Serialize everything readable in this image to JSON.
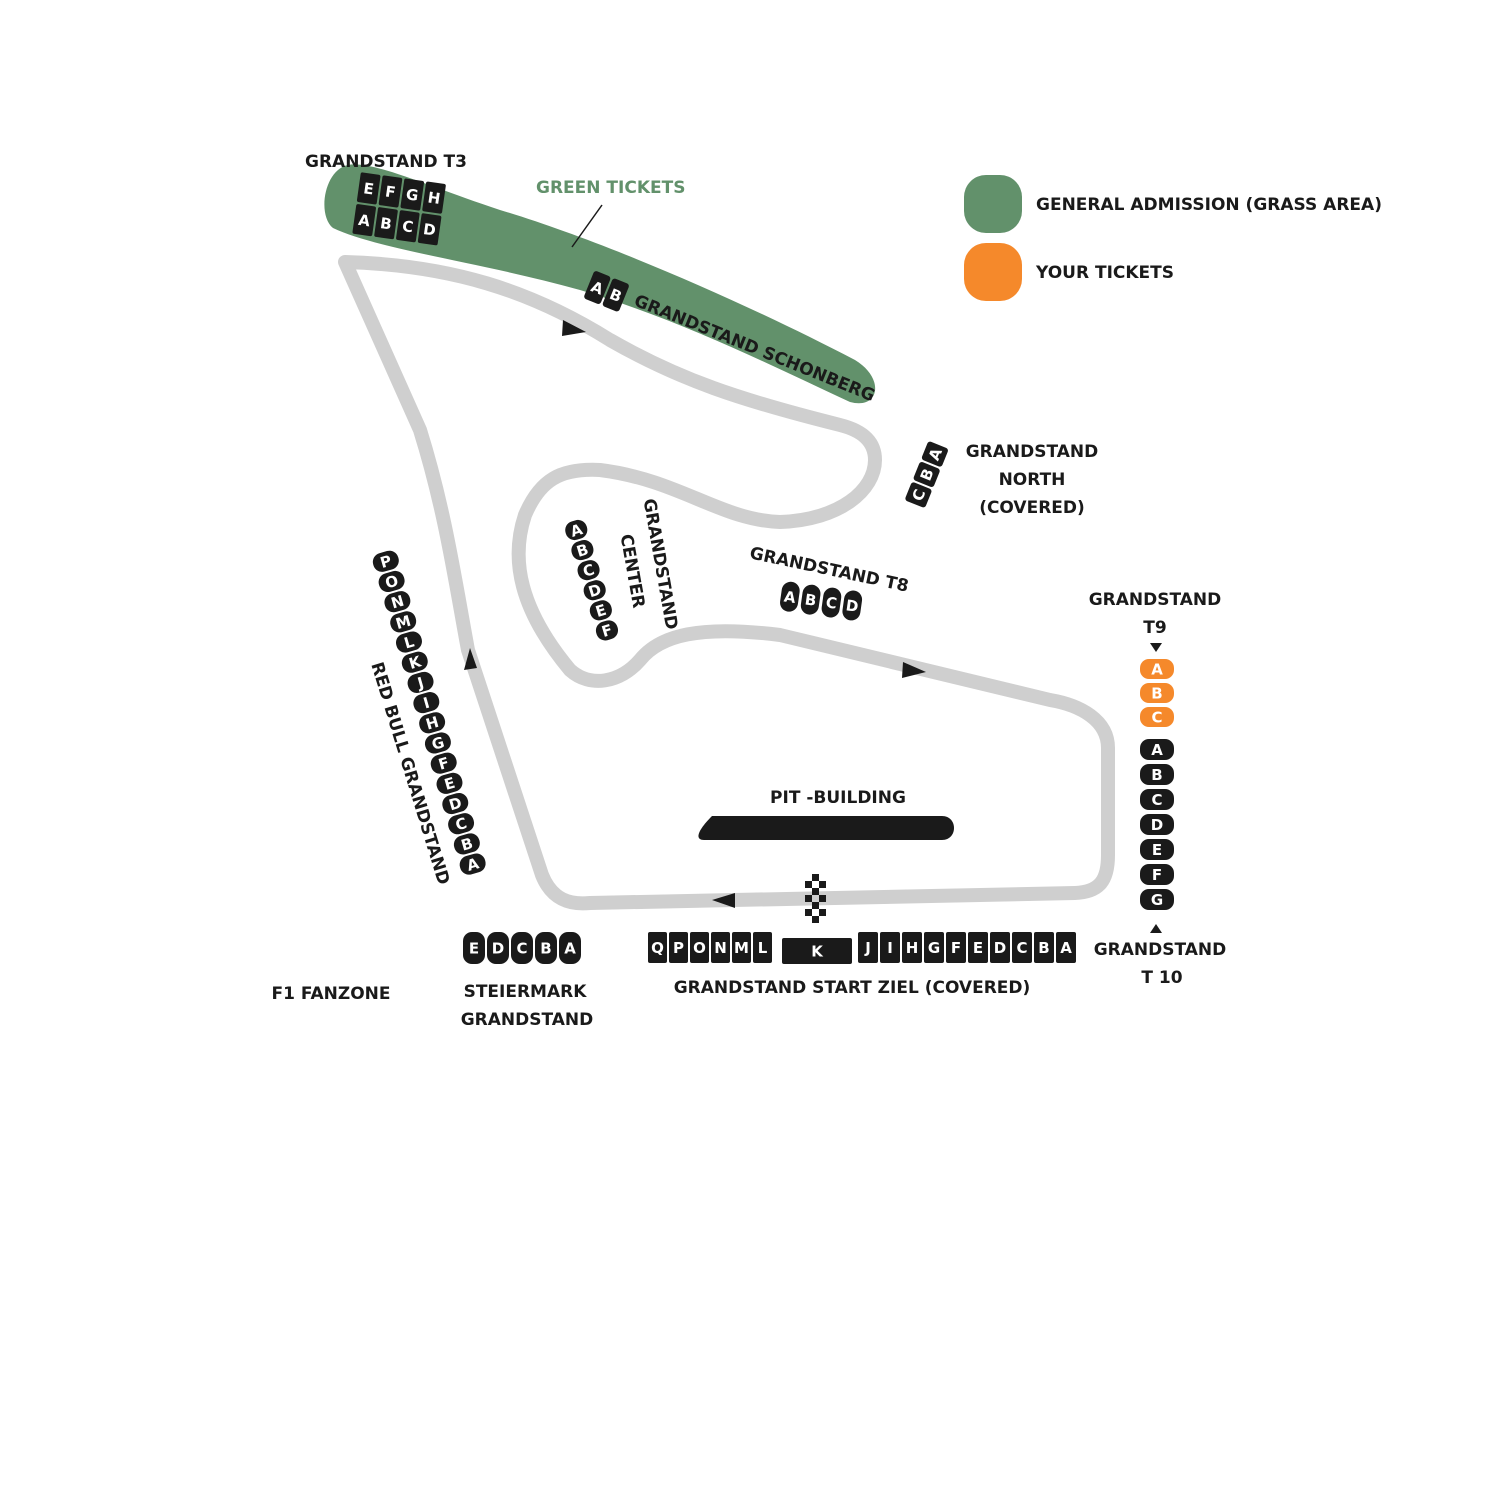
{
  "colors": {
    "grass": "#62916b",
    "your_tickets": "#f5892b",
    "track": "#cfcfcf",
    "seat_block": "#1a1a1a",
    "green_label": "#62916b"
  },
  "legend": {
    "general_admission": "GENERAL ADMISSION (GRASS AREA)",
    "your_tickets": "YOUR TICKETS"
  },
  "labels": {
    "green_tickets": "GREEN TICKETS",
    "grandstand_t3": "GRANDSTAND T3",
    "grandstand_schonberg": "GRANDSTAND SCHONBERG",
    "grandstand_north": [
      "GRANDSTAND",
      "NORTH",
      "(COVERED)"
    ],
    "grandstand_center": [
      "GRANDSTAND",
      "CENTER"
    ],
    "grandstand_t8": "GRANDSTAND T8",
    "grandstand_t9": [
      "GRANDSTAND",
      "T9"
    ],
    "grandstand_t10": [
      "GRANDSTAND",
      "T 10"
    ],
    "red_bull_grandstand": "RED BULL GRANDSTAND",
    "pit_building": "PIT -BUILDING",
    "steiermark_grandstand": [
      "STEIERMARK",
      "GRANDSTAND"
    ],
    "start_ziel": "GRANDSTAND  START ZIEL (COVERED)",
    "fanzone": "F1 FANZONE"
  },
  "sections": {
    "t3_top": [
      "E",
      "F",
      "G",
      "H"
    ],
    "t3_bottom": [
      "A",
      "B",
      "C",
      "D"
    ],
    "schonberg": [
      "A",
      "B"
    ],
    "north": [
      "C",
      "B",
      "A"
    ],
    "center": [
      "A",
      "B",
      "C",
      "D",
      "E",
      "F"
    ],
    "t8": [
      "A",
      "B",
      "C",
      "D"
    ],
    "t9": [
      "A",
      "B",
      "C"
    ],
    "t10": [
      "A",
      "B",
      "C",
      "D",
      "E",
      "F",
      "G"
    ],
    "red_bull": [
      "P",
      "O",
      "N",
      "M",
      "L",
      "K",
      "J",
      "I",
      "H",
      "G",
      "F",
      "E",
      "D",
      "C",
      "B",
      "A"
    ],
    "steiermark": [
      "E",
      "D",
      "C",
      "B",
      "A"
    ],
    "start_ziel_left": [
      "Q",
      "P",
      "O",
      "N",
      "M",
      "L"
    ],
    "start_ziel_middle": [
      "K"
    ],
    "start_ziel_right": [
      "J",
      "I",
      "H",
      "G",
      "F",
      "E",
      "D",
      "C",
      "B",
      "A"
    ]
  },
  "your_tickets_sections": [
    "T9 A",
    "T9 B",
    "T9 C"
  ]
}
